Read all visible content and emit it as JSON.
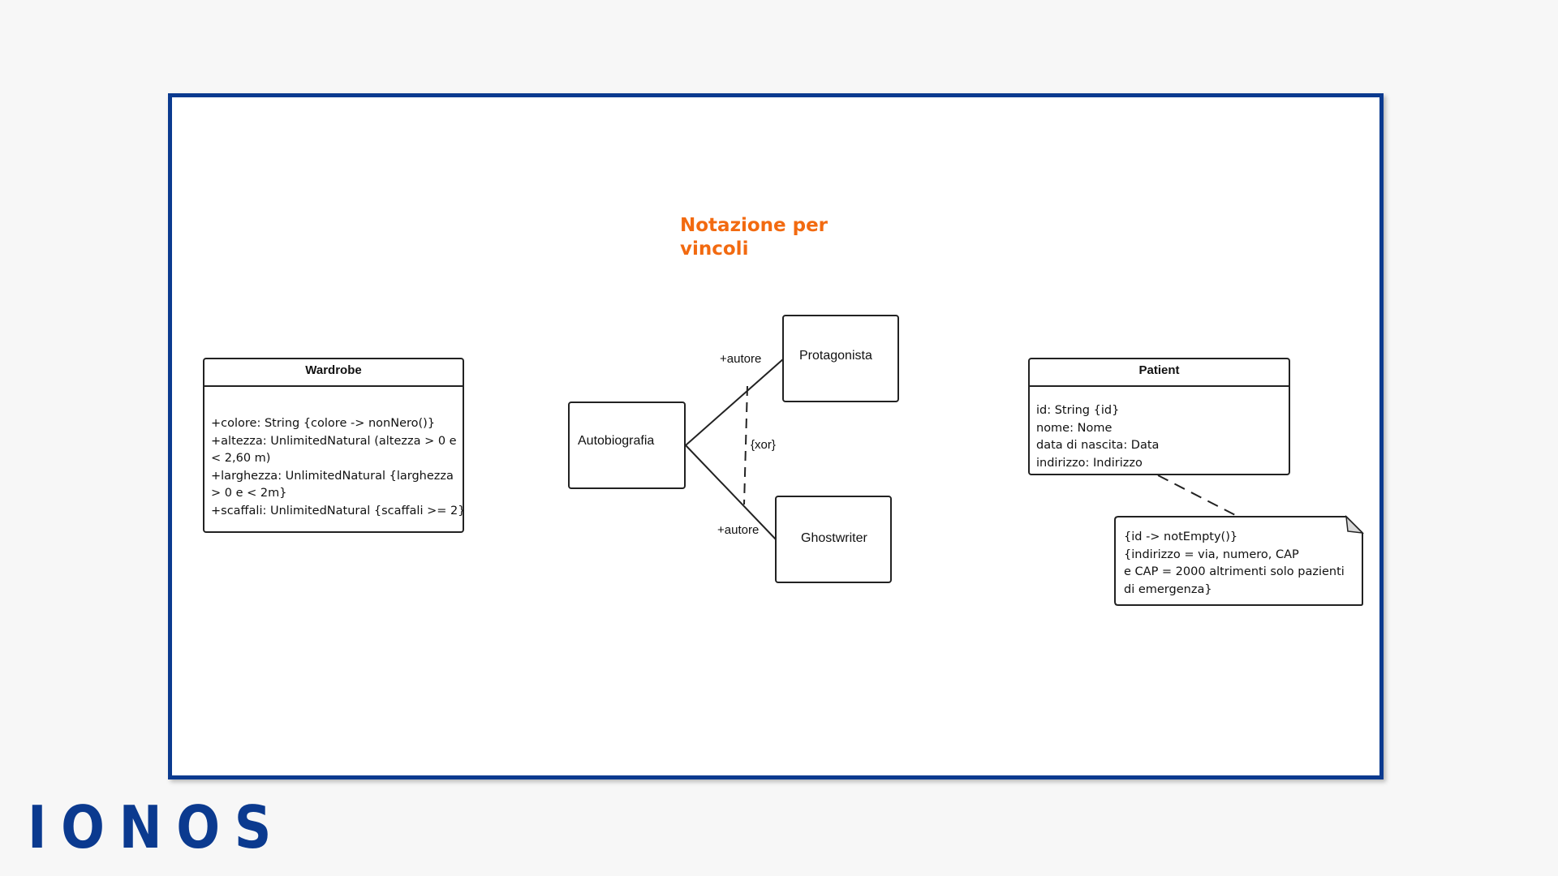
{
  "title": "Notazione per\nvincoli",
  "wardrobe": {
    "name": "Wardrobe",
    "attributes": [
      "+colore: String {colore -> nonNero()}",
      "+altezza: UnlimitedNatural (altezza > 0 e",
      "< 2,60 m)",
      "+larghezza: UnlimitedNatural {larghezza",
      "> 0 e < 2m}",
      "+scaffali: UnlimitedNatural {scaffali >= 2}"
    ]
  },
  "xor_example": {
    "autobiografia": "Autobiografia",
    "protagonista": "Protagonista",
    "ghostwriter": "Ghostwriter",
    "role_top": "+autore",
    "role_bottom": "+autore",
    "constraint": "{xor}"
  },
  "patient": {
    "name": "Patient",
    "attributes": [
      "id: String {id}",
      "nome: Nome",
      "data di nascita: Data",
      "indirizzo: Indirizzo"
    ]
  },
  "note": {
    "lines": [
      "{id -> notEmpty()}",
      "{indirizzo = via, numero, CAP",
      "e CAP = 2000 altrimenti solo pazienti",
      "di emergenza}"
    ]
  },
  "logo": "IONOS",
  "colors": {
    "frame": "#0b3a8f",
    "title": "#f26a10",
    "logo": "#0b3a8f"
  }
}
